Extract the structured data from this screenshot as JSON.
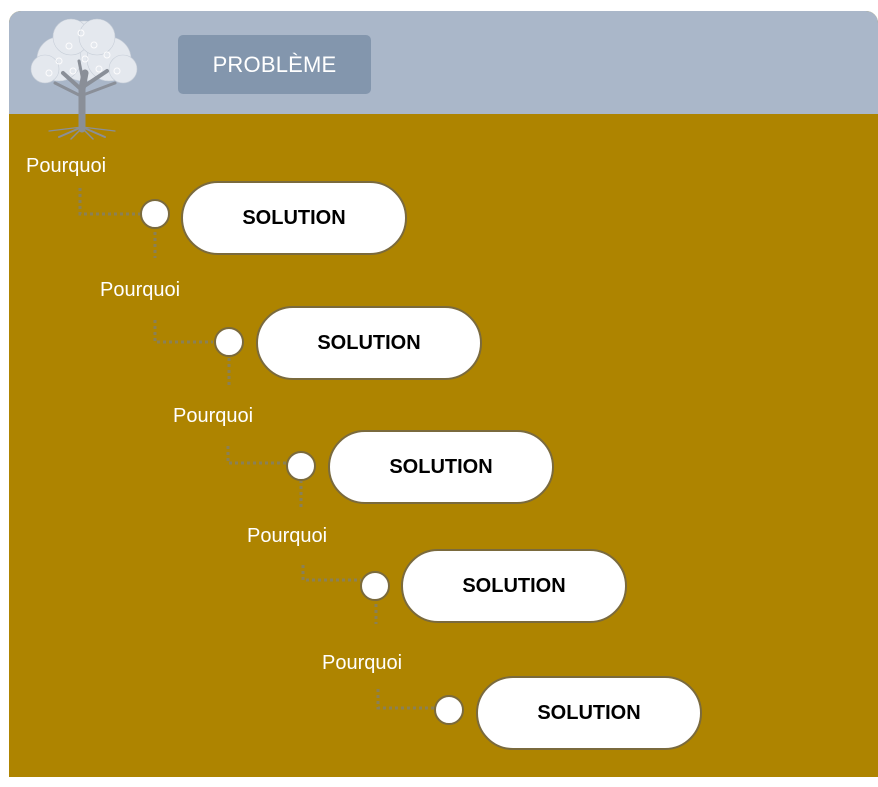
{
  "header": {
    "problem_label": "PROBLÈME"
  },
  "colors": {
    "background": "#ae8400",
    "header_band": "#aab7c9",
    "problem_box": "#8396ad",
    "connector": "#8a8056",
    "pill": "#ffffff"
  },
  "icons": {
    "logo": "tree-icon"
  },
  "steps": [
    {
      "why": "Pourquoi",
      "solution": "SOLUTION"
    },
    {
      "why": "Pourquoi",
      "solution": "SOLUTION"
    },
    {
      "why": "Pourquoi",
      "solution": "SOLUTION"
    },
    {
      "why": "Pourquoi",
      "solution": "SOLUTION"
    },
    {
      "why": "Pourquoi",
      "solution": "SOLUTION"
    }
  ]
}
